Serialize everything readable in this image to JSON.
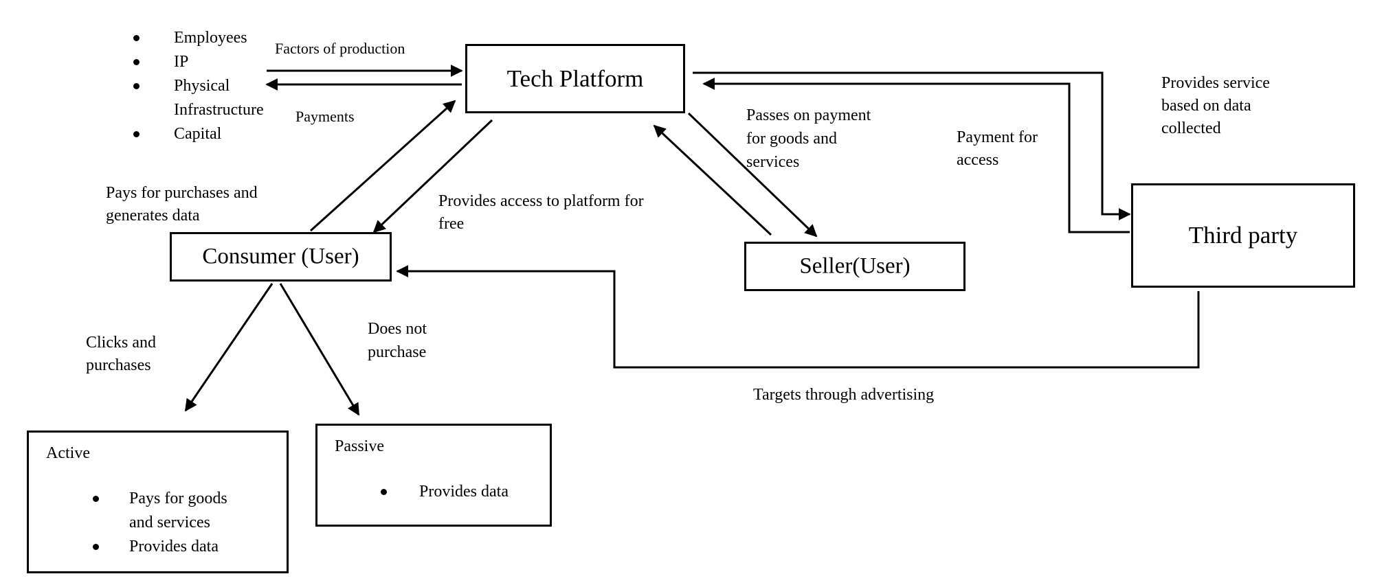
{
  "inputs": {
    "items": [
      "Employees",
      "IP",
      "Physical",
      "Infrastructure",
      "Capital"
    ]
  },
  "nodes": {
    "tech_platform": "Tech Platform",
    "consumer": "Consumer (User)",
    "seller": "Seller(User)",
    "third_party": "Third party",
    "active": {
      "title": "Active",
      "items": [
        "Pays for goods",
        "and services",
        "Provides data"
      ]
    },
    "passive": {
      "title": "Passive",
      "items": [
        "Provides data"
      ]
    }
  },
  "labels": {
    "factors": "Factors of production",
    "payments": "Payments",
    "pays_purchases_1": "Pays for purchases and",
    "pays_purchases_2": "generates data",
    "provides_access_1": "Provides access to platform for",
    "provides_access_2": "free",
    "passes_payment_1": "Passes on payment",
    "passes_payment_2": "for goods and",
    "passes_payment_3": "services",
    "payment_access_1": "Payment for",
    "payment_access_2": "access",
    "provides_service_1": "Provides service",
    "provides_service_2": "based on data",
    "provides_service_3": "collected",
    "clicks_1": "Clicks and",
    "clicks_2": "purchases",
    "does_not_1": "Does not",
    "does_not_2": "purchase",
    "targets": "Targets through advertising"
  }
}
